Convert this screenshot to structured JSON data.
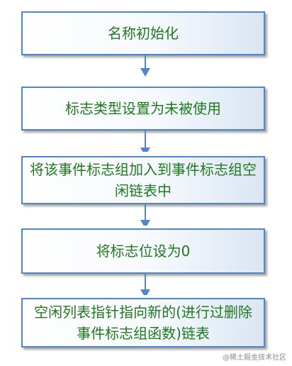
{
  "steps": [
    "名称初始化",
    "标志类型设置为未被使用",
    "将该事件标志组加入到事件标志组空闲链表中",
    "将标志位设为0",
    "空闲列表指针指向新的(进行过删除事件标志组函数)链表"
  ],
  "watermark": "@稀土掘金技术社区",
  "colors": {
    "box_border": "#4f86c6",
    "text": "#1f7a1f",
    "arrow": "#4f86c6"
  }
}
